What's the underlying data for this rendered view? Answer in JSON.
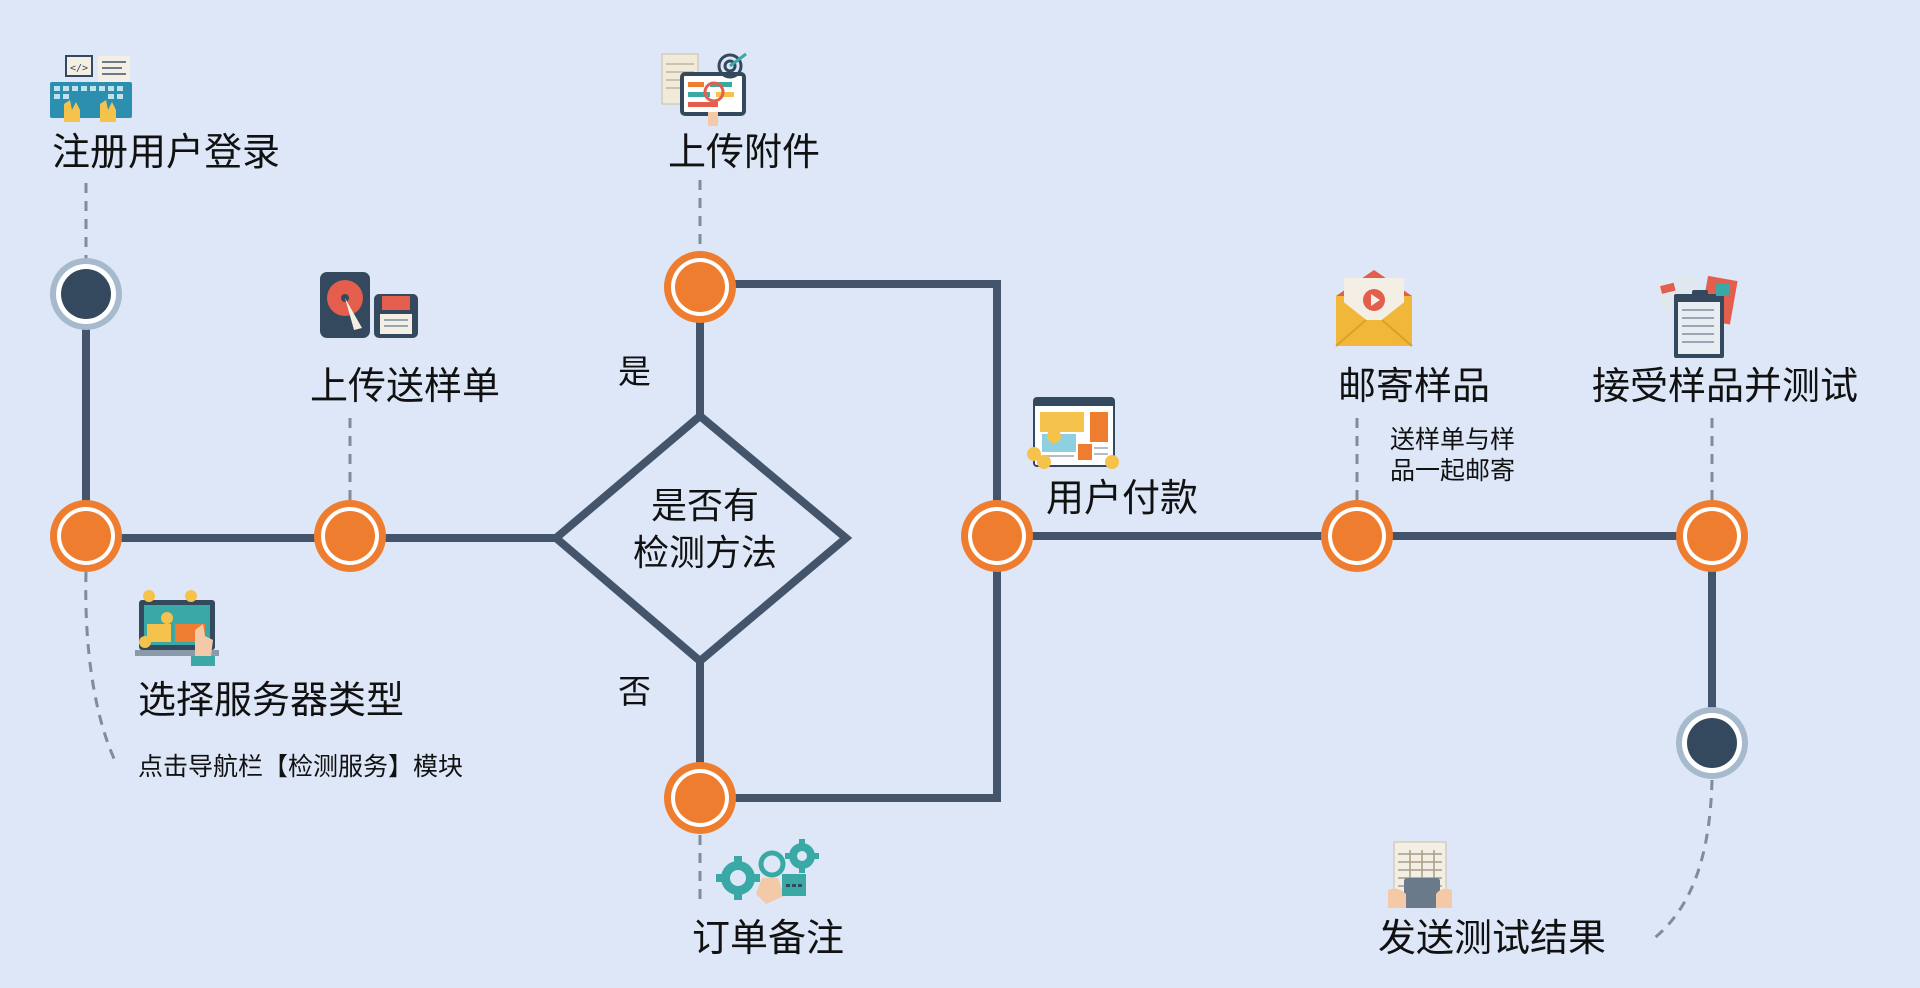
{
  "colors": {
    "background": "#dde7f7",
    "line": "#44546a",
    "node_orange": "#ee7d30",
    "node_dark": "#34495e",
    "node_ring": "#a7b9cd",
    "dash": "#7f8c9a"
  },
  "steps": {
    "register_login": "注册用户登录",
    "select_server_type": "选择服务器类型",
    "select_hint": "点击导航栏【检测服务】模块",
    "upload_sample_sheet": "上传送样单",
    "upload_attachment": "上传附件",
    "order_remark": "订单备注",
    "user_payment": "用户付款",
    "mail_sample": "邮寄样品",
    "mail_hint_line1": "送样单与样",
    "mail_hint_line2": "品一起邮寄",
    "receive_test": "接受样品并测试",
    "send_results": "发送测试结果"
  },
  "decision": {
    "line1": "是否有",
    "line2": "检测方法",
    "yes": "是",
    "no": "否"
  },
  "icons": [
    "keyboard-icon",
    "document-search-icon",
    "disk-icon",
    "payment-laptop-icon",
    "gears-icon",
    "browser-payment-icon",
    "envelope-icon",
    "clipboard-icon",
    "calculator-icon"
  ]
}
